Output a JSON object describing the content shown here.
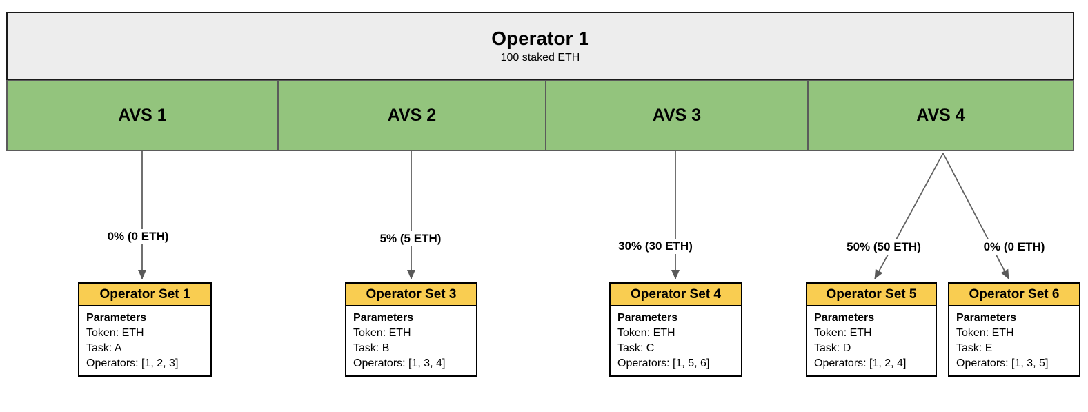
{
  "operator": {
    "title": "Operator 1",
    "subtitle": "100 staked ETH"
  },
  "avs_sections": [
    {
      "label": "AVS 1"
    },
    {
      "label": "AVS 2"
    },
    {
      "label": "AVS 3"
    },
    {
      "label": "AVS 4"
    }
  ],
  "allocations": [
    {
      "from": "AVS 1",
      "to": "Operator Set 1",
      "label": "0% (0 ETH)"
    },
    {
      "from": "AVS 2",
      "to": "Operator Set 3",
      "label": "5% (5 ETH)"
    },
    {
      "from": "AVS 3",
      "to": "Operator Set 4",
      "label": "30% (30 ETH)"
    },
    {
      "from": "AVS 4",
      "to": "Operator Set 5",
      "label": "50% (50 ETH)"
    },
    {
      "from": "AVS 4",
      "to": "Operator Set 6",
      "label": "0% (0 ETH)"
    }
  ],
  "operator_sets": [
    {
      "title": "Operator Set 1",
      "params_heading": "Parameters",
      "token": "Token: ETH",
      "task": "Task: A",
      "operators": "Operators: [1, 2, 3]"
    },
    {
      "title": "Operator Set 3",
      "params_heading": "Parameters",
      "token": "Token: ETH",
      "task": "Task: B",
      "operators": "Operators: [1, 3, 4]"
    },
    {
      "title": "Operator Set 4",
      "params_heading": "Parameters",
      "token": "Token: ETH",
      "task": "Task: C",
      "operators": "Operators: [1, 5, 6]"
    },
    {
      "title": "Operator Set 5",
      "params_heading": "Parameters",
      "token": "Token: ETH",
      "task": "Task: D",
      "operators": "Operators: [1, 2, 4]"
    },
    {
      "title": "Operator Set 6",
      "params_heading": "Parameters",
      "token": "Token: ETH",
      "task": "Task: E",
      "operators": "Operators: [1, 3, 5]"
    }
  ],
  "colors": {
    "operator-fill": "#EDEDED",
    "avs-fill": "#93C47D",
    "opset-header-fill": "#F9CD51",
    "arrow-color": "#616161",
    "border-dark": "#1A1A1A",
    "avs-border": "#5B5B5B"
  }
}
